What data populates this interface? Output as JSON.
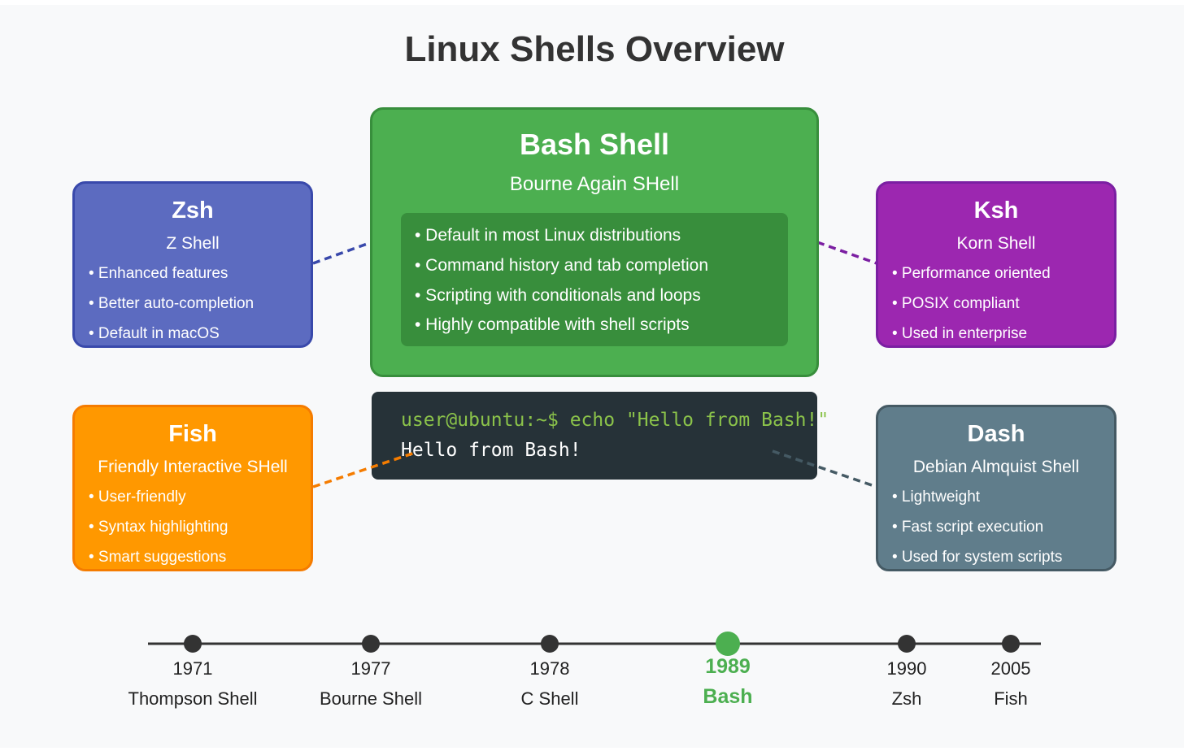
{
  "title": "Linux Shells Overview",
  "bash": {
    "title": "Bash Shell",
    "subtitle": "Bourne Again SHell",
    "features": [
      "• Default in most Linux distributions",
      "• Command history and tab completion",
      "• Scripting with conditionals and loops",
      "• Highly compatible with shell scripts"
    ],
    "color": "#4caf50"
  },
  "zsh": {
    "title": "Zsh",
    "subtitle": "Z Shell",
    "features": [
      "• Enhanced features",
      "• Better auto-completion",
      "• Default in macOS"
    ],
    "color": "#5c6bc0"
  },
  "ksh": {
    "title": "Ksh",
    "subtitle": "Korn Shell",
    "features": [
      "• Performance oriented",
      "• POSIX compliant",
      "• Used in enterprise"
    ],
    "color": "#9c27b0"
  },
  "fish": {
    "title": "Fish",
    "subtitle": "Friendly Interactive SHell",
    "features": [
      "• User-friendly",
      "• Syntax highlighting",
      "• Smart suggestions"
    ],
    "color": "#ff9800"
  },
  "dash": {
    "title": "Dash",
    "subtitle": "Debian Almquist Shell",
    "features": [
      "• Lightweight",
      "• Fast script execution",
      "• Used for system scripts"
    ],
    "color": "#607d8b"
  },
  "terminal": {
    "command": "user@ubuntu:~$ echo \"Hello from Bash!\"",
    "output": "Hello from Bash!"
  },
  "timeline": [
    {
      "year": "1971",
      "name": "Thompson Shell",
      "highlight": false
    },
    {
      "year": "1977",
      "name": "Bourne Shell",
      "highlight": false
    },
    {
      "year": "1978",
      "name": "C Shell",
      "highlight": false
    },
    {
      "year": "1989",
      "name": "Bash",
      "highlight": true
    },
    {
      "year": "1990",
      "name": "Zsh",
      "highlight": false
    },
    {
      "year": "2005",
      "name": "Fish",
      "highlight": false
    }
  ]
}
